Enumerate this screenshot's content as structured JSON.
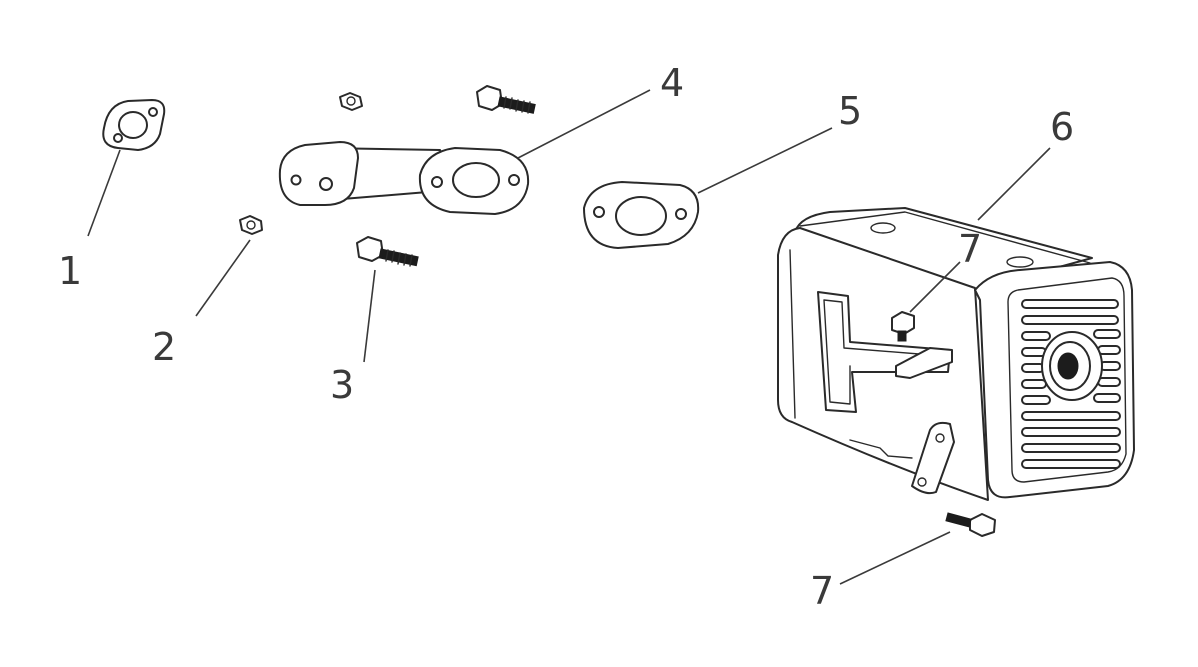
{
  "callouts": {
    "c1": "1",
    "c2": "2",
    "c3": "3",
    "c4": "4",
    "c5": "5",
    "c6": "6",
    "c7a": "7",
    "c7b": "7"
  },
  "colors": {
    "line": "#2a2a2a",
    "background": "#ffffff"
  }
}
